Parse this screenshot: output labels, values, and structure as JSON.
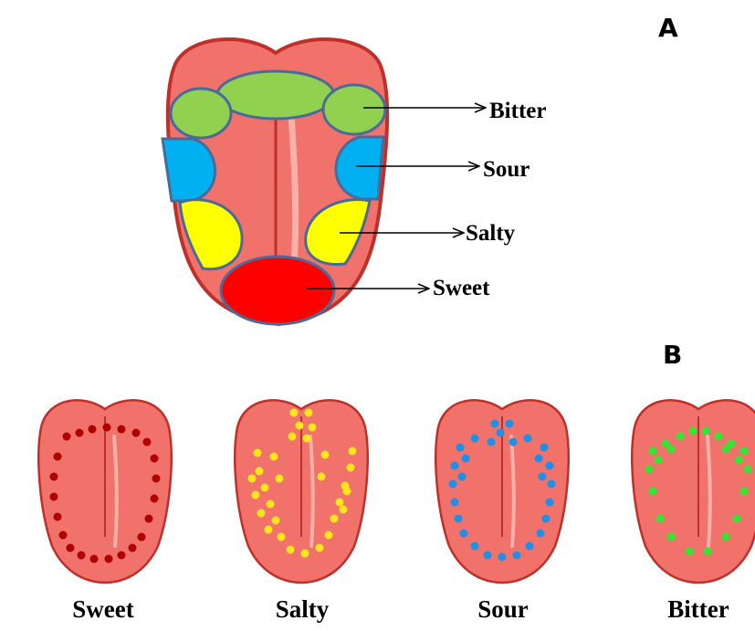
{
  "panel_a": {
    "letter": "A",
    "zones": [
      {
        "label": "Bitter",
        "color": "#92d050"
      },
      {
        "label": "Sour",
        "color": "#00b0f0"
      },
      {
        "label": "Salty",
        "color": "#ffff00"
      },
      {
        "label": "Sweet",
        "color": "#ff0000"
      }
    ]
  },
  "panel_b": {
    "letter": "B",
    "tongues": [
      {
        "caption": "Sweet",
        "dot_color": "#b00000"
      },
      {
        "caption": "Salty",
        "dot_color": "#ffe61a"
      },
      {
        "caption": "Sour",
        "dot_color": "#1e90e8"
      },
      {
        "caption": "Bitter",
        "dot_color": "#33e633"
      }
    ]
  },
  "colors": {
    "tongue_fill": "#f0726a",
    "tongue_outline": "#c0302a",
    "zone_outline": "#4a6b9a"
  }
}
